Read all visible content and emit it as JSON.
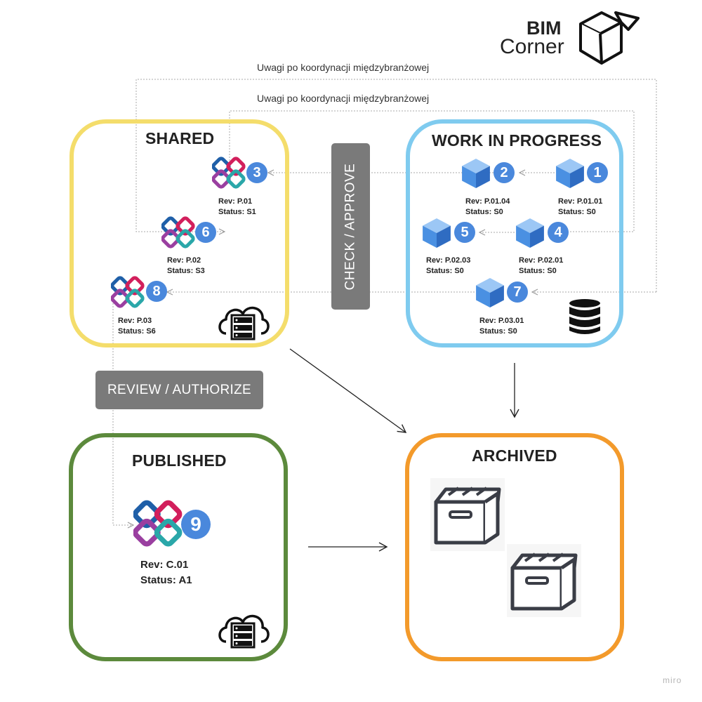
{
  "logo": {
    "line1": "BIM",
    "line2": "Corner"
  },
  "notes": {
    "outer": "Uwagi po koordynacji międzybranżowej",
    "inner": "Uwagi po koordynacji międzybranżowej"
  },
  "zones": {
    "shared": {
      "title": "SHARED",
      "color": "#f4dd6b"
    },
    "wip": {
      "title": "WORK IN PROGRESS",
      "color": "#7fcbef"
    },
    "published": {
      "title": "PUBLISHED",
      "color": "#5c8a3c"
    },
    "archived": {
      "title": "ARCHIVED",
      "color": "#f39a2b"
    }
  },
  "labels": {
    "check": "CHECK / APPROVE",
    "review": "REVIEW / AUTHORIZE"
  },
  "items": {
    "i1": {
      "num": "1",
      "rev": "Rev: P.01.01",
      "status": "Status: S0"
    },
    "i2": {
      "num": "2",
      "rev": "Rev: P.01.04",
      "status": "Status: S0"
    },
    "i3": {
      "num": "3",
      "rev": "Rev: P.01",
      "status": "Status: S1"
    },
    "i4": {
      "num": "4",
      "rev": "Rev: P.02.01",
      "status": "Status: S0"
    },
    "i5": {
      "num": "5",
      "rev": "Rev: P.02.03",
      "status": "Status: S0"
    },
    "i6": {
      "num": "6",
      "rev": "Rev: P.02",
      "status": "Status: S3"
    },
    "i7": {
      "num": "7",
      "rev": "Rev: P.03.01",
      "status": "Status: S0"
    },
    "i8": {
      "num": "8",
      "rev": "Rev: P.03",
      "status": "Status: S6"
    },
    "i9": {
      "num": "9",
      "rev": "Rev: C.01",
      "status": "Status: A1"
    }
  },
  "icons": {
    "model": "cube-icon",
    "ifc": "ifc-logo-icon",
    "database": "database-icon",
    "cloud": "cloud-server-icon",
    "archive": "archive-box-icon"
  },
  "colors": {
    "badge": "#4a88dc",
    "cube": "#4a90e2",
    "label_bg": "#7a7a7a"
  },
  "watermark": "miro"
}
